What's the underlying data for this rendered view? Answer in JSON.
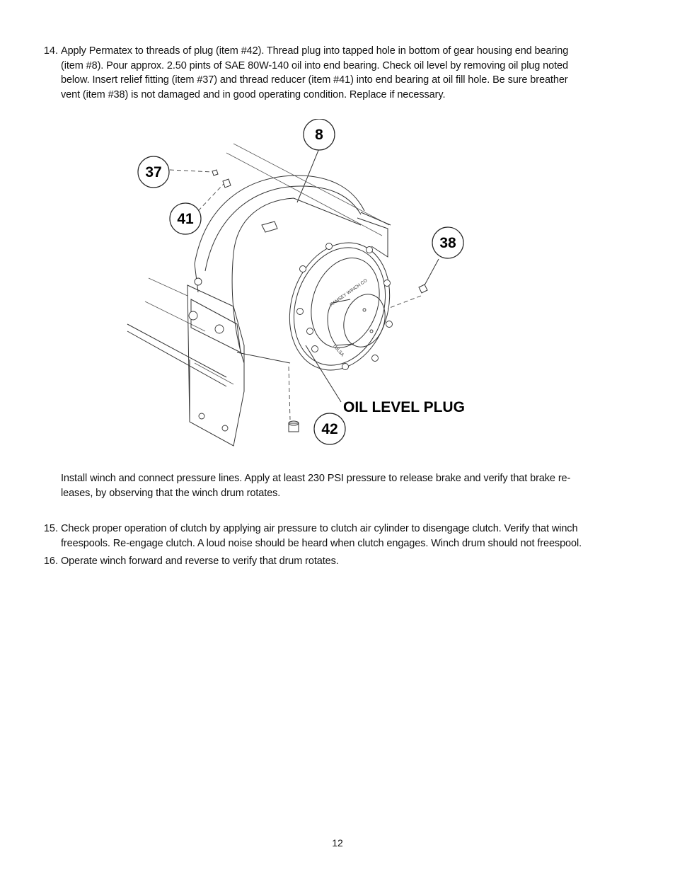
{
  "step14": {
    "number": "14.",
    "line1": "Apply Permatex to threads of plug (item #42). Thread plug into tapped hole in bottom of gear housing end bearing",
    "line2": "(item #8). Pour approx. 2.50 pints of SAE 80W-140 oil into end bearing. Check oil level by removing oil plug noted",
    "line3": "below. Insert relief fitting (item #37) and thread reducer (item #41) into end bearing at oil fill hole. Be sure breather",
    "line4": "vent (item #38) is not damaged and in good operating condition. Replace if necessary."
  },
  "figure": {
    "callouts": {
      "c8": "8",
      "c37": "37",
      "c41": "41",
      "c38": "38",
      "c42": "42"
    },
    "oil_level_label": "OIL LEVEL PLUG",
    "housing_text": "RAMSEY WINCH CO",
    "housing_text2": "TULSA"
  },
  "note": {
    "line1": "Install winch and connect pressure lines. Apply at least 230 PSI pressure to release brake and verify that brake re-",
    "line2": "leases, by observing that the winch drum rotates."
  },
  "step15": {
    "number": "15.",
    "line1": "Check proper operation of clutch by applying air pressure to clutch air cylinder to disengage clutch. Verify that winch",
    "line2": "freespools. Re-engage clutch. A loud noise should be heard when clutch engages. Winch drum should not freespool."
  },
  "step16": {
    "number": "16.",
    "line1": "Operate winch forward and reverse to verify that drum rotates."
  },
  "page_number": "12"
}
